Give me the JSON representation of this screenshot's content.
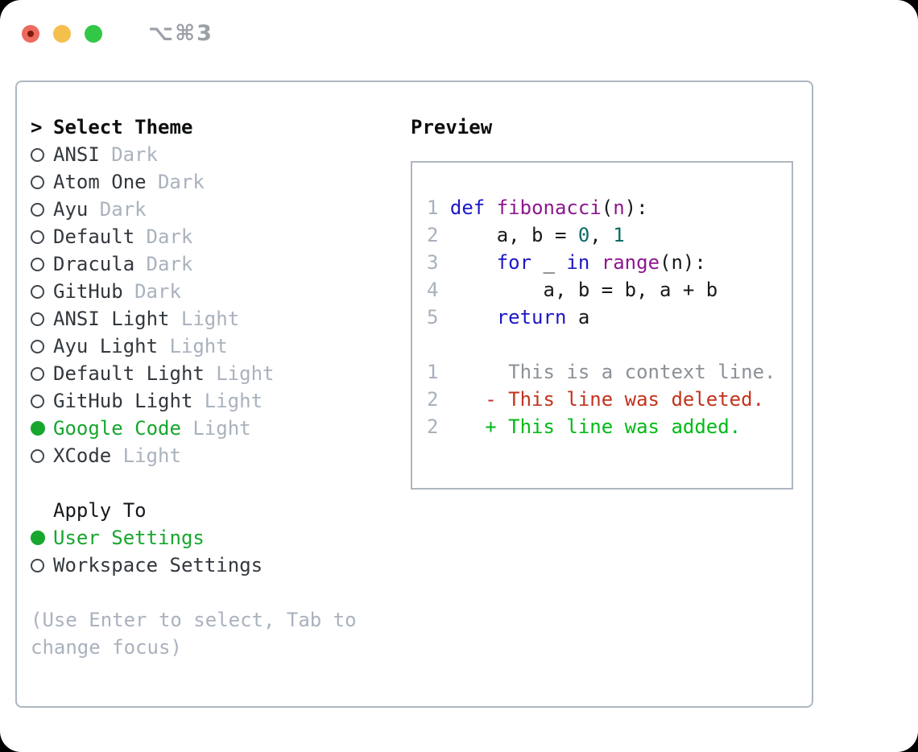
{
  "window": {
    "shortcut_label": "⌥⌘3",
    "traffic_lights": [
      "close",
      "minimize",
      "zoom"
    ]
  },
  "colors": {
    "selected_green": "#17a62e",
    "badge_gray": "#a9b2bd",
    "border_gray": "#aeb6c0",
    "keyword_blue": "#1c18c6",
    "function_purple": "#8e178e",
    "literal_teal": "#0a6c66",
    "diff_red": "#c2331f",
    "diff_green": "#00ba16",
    "context_gray": "#8b9197",
    "line_number_gray": "#a7b0bd",
    "traffic_red": "#ed6a5e",
    "traffic_yellow": "#f5bf4e",
    "traffic_green": "#33c748"
  },
  "left_panel": {
    "header": {
      "prefix": ">",
      "title": "Select Theme"
    },
    "themes": [
      {
        "label": "ANSI",
        "badge": "Dark",
        "selected": false
      },
      {
        "label": "Atom One",
        "badge": "Dark",
        "selected": false
      },
      {
        "label": "Ayu",
        "badge": "Dark",
        "selected": false
      },
      {
        "label": "Default",
        "badge": "Dark",
        "selected": false
      },
      {
        "label": "Dracula",
        "badge": "Dark",
        "selected": false
      },
      {
        "label": "GitHub",
        "badge": "Dark",
        "selected": false
      },
      {
        "label": "ANSI Light",
        "badge": "Light",
        "selected": false
      },
      {
        "label": "Ayu Light",
        "badge": "Light",
        "selected": false
      },
      {
        "label": "Default Light",
        "badge": "Light",
        "selected": false
      },
      {
        "label": "GitHub Light",
        "badge": "Light",
        "selected": false
      },
      {
        "label": "Google Code",
        "badge": "Light",
        "selected": true
      },
      {
        "label": "XCode",
        "badge": "Light",
        "selected": false
      }
    ],
    "apply_to": {
      "title": "Apply To",
      "options": [
        {
          "label": "User Settings",
          "selected": true
        },
        {
          "label": "Workspace Settings",
          "selected": false
        }
      ]
    },
    "help": [
      "(Use Enter to select, Tab to",
      "change focus)"
    ]
  },
  "preview": {
    "title": "Preview",
    "lines": [
      {
        "num": "1",
        "segments": [
          [
            "plain",
            " "
          ],
          [
            "kw",
            "def"
          ],
          [
            "plain",
            " "
          ],
          [
            "fn",
            "fibonacci"
          ],
          [
            "plain",
            "("
          ],
          [
            "param",
            "n"
          ],
          [
            "plain",
            "):"
          ]
        ]
      },
      {
        "num": "2",
        "segments": [
          [
            "plain",
            "     a, b = "
          ],
          [
            "lit",
            "0"
          ],
          [
            "plain",
            ", "
          ],
          [
            "lit",
            "1"
          ]
        ]
      },
      {
        "num": "3",
        "segments": [
          [
            "plain",
            "     "
          ],
          [
            "kw",
            "for"
          ],
          [
            "plain",
            " _ "
          ],
          [
            "kw",
            "in"
          ],
          [
            "plain",
            " "
          ],
          [
            "fn",
            "range"
          ],
          [
            "plain",
            "(n):"
          ]
        ]
      },
      {
        "num": "4",
        "segments": [
          [
            "plain",
            "         a, b = b, a + b"
          ]
        ]
      },
      {
        "num": "5",
        "segments": [
          [
            "plain",
            "     "
          ],
          [
            "kw",
            "return"
          ],
          [
            "plain",
            " a"
          ]
        ]
      },
      {
        "num": "",
        "segments": []
      },
      {
        "num": "1",
        "segments": [
          [
            "ctx",
            "      This is a context line."
          ]
        ]
      },
      {
        "num": "2",
        "segments": [
          [
            "del",
            "    - This line was deleted."
          ]
        ]
      },
      {
        "num": "2",
        "segments": [
          [
            "add",
            "    + This line was added."
          ]
        ]
      }
    ]
  }
}
